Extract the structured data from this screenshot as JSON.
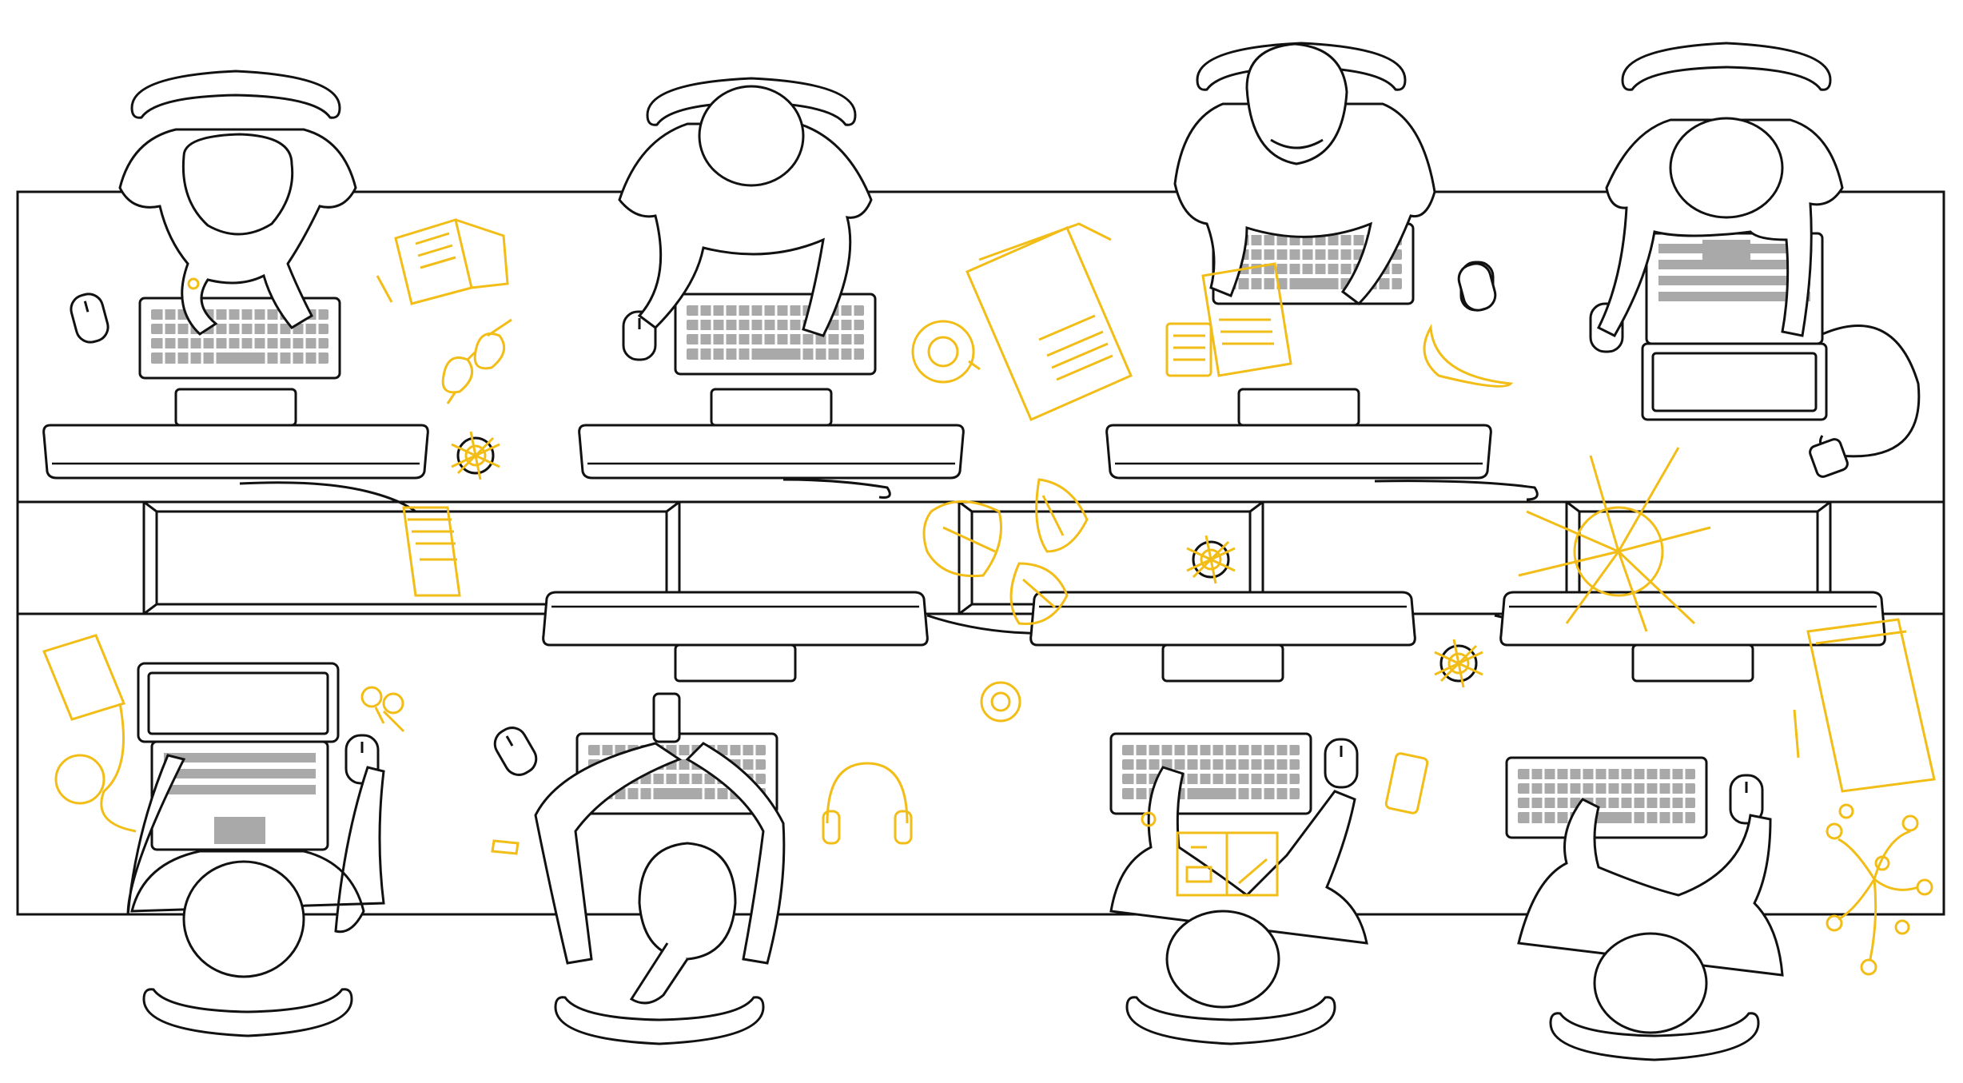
{
  "scene": {
    "kind": "top-down line illustration of an open-plan office",
    "colors": {
      "line": "#111111",
      "accent": "#f2bd16",
      "key": "#a9a9a9",
      "paper": "#ffffff"
    },
    "workstations": [
      {
        "row": "top",
        "device": "desktop",
        "chair": "arc"
      },
      {
        "row": "top",
        "device": "desktop",
        "chair": "arc"
      },
      {
        "row": "top",
        "device": "desktop",
        "chair": "arc"
      },
      {
        "row": "top",
        "device": "laptop",
        "chair": "arc"
      },
      {
        "row": "bottom",
        "device": "laptop",
        "chair": "arc"
      },
      {
        "row": "bottom",
        "device": "desktop",
        "chair": "arc"
      },
      {
        "row": "bottom",
        "device": "desktop",
        "chair": "arc"
      },
      {
        "row": "bottom",
        "device": "desktop",
        "chair": "arc"
      }
    ],
    "accent_objects": [
      "notebook-icon",
      "pencil-icon",
      "glasses-icon",
      "cable-port-icon",
      "coffee-cup-icon",
      "papers-icon",
      "calculator-icon",
      "banana-icon",
      "plant-icon",
      "hard-drive-icon",
      "keys-icon",
      "headphones-icon",
      "phone-icon",
      "sketchbook-icon",
      "flower-plant-icon",
      "usb-stick-icon",
      "tape-roll-icon"
    ]
  }
}
